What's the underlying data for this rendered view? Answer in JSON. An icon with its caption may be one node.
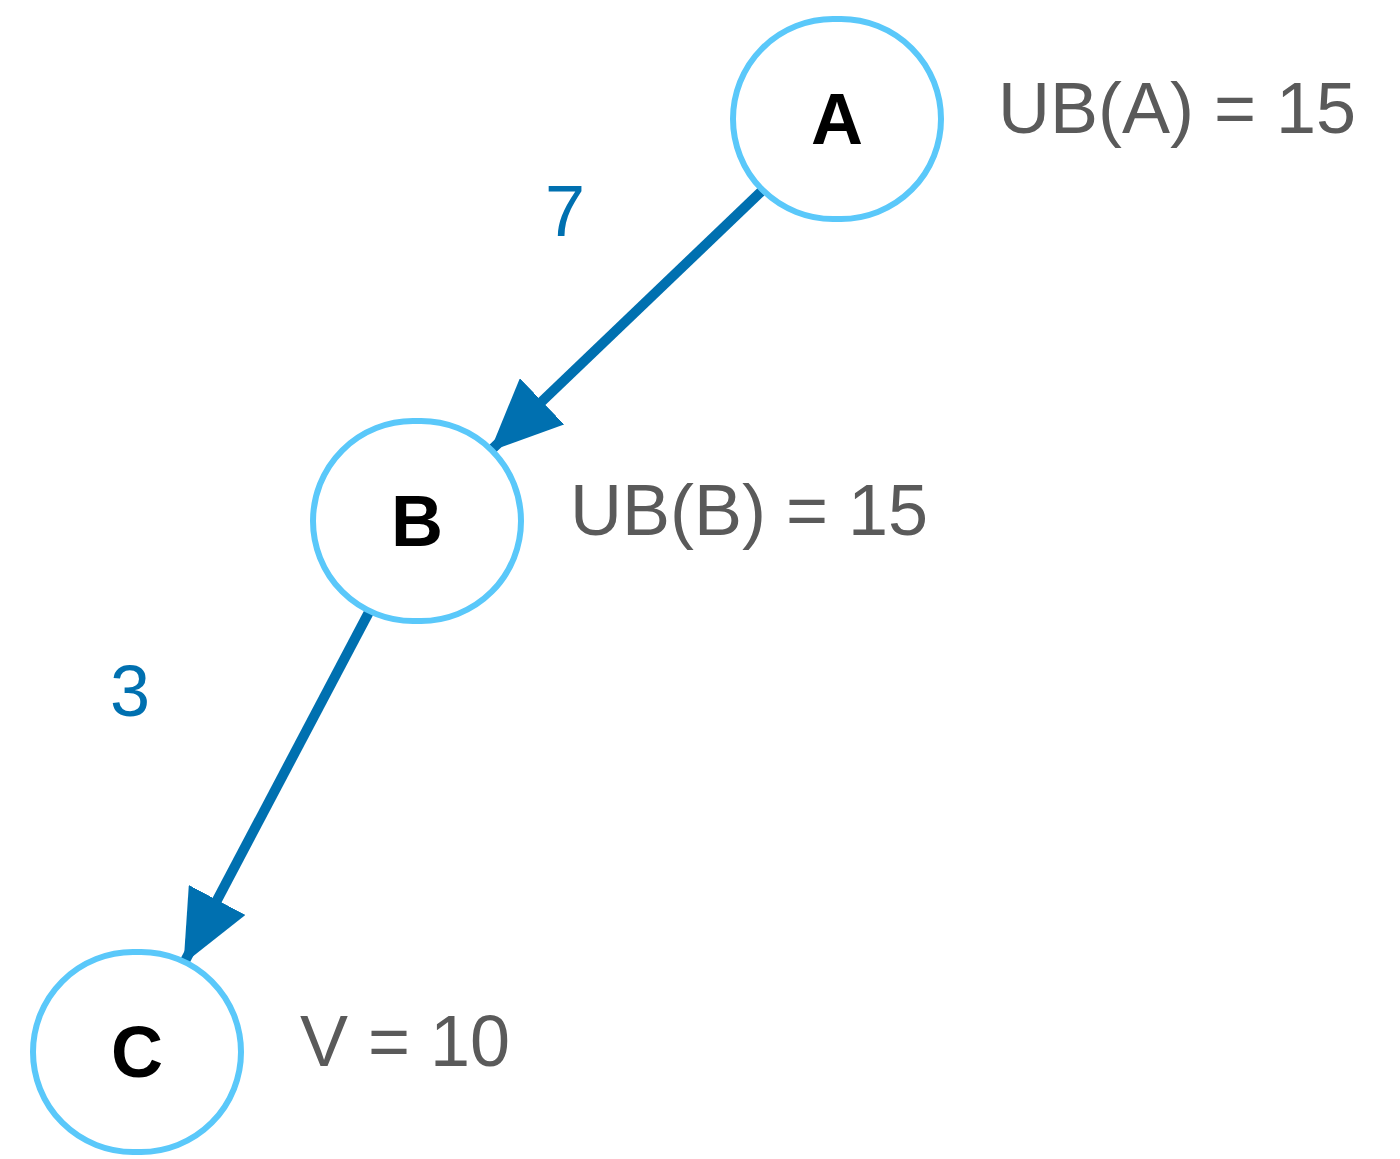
{
  "diagram": {
    "nodes": [
      {
        "text": [
          "A"
        ],
        "beside": [
          "UB(A) = 15"
        ]
      },
      {
        "text": [
          "B"
        ],
        "beside": [
          "UB(B) = 15"
        ]
      },
      {
        "text": [
          "C"
        ],
        "beside": [
          "V = 10"
        ]
      }
    ],
    "edges": [
      {
        "from": 0,
        "to": 1,
        "arrow": "to",
        "label": "7"
      },
      {
        "from": 1,
        "to": 2,
        "arrow": "to",
        "label": "3"
      }
    ]
  }
}
